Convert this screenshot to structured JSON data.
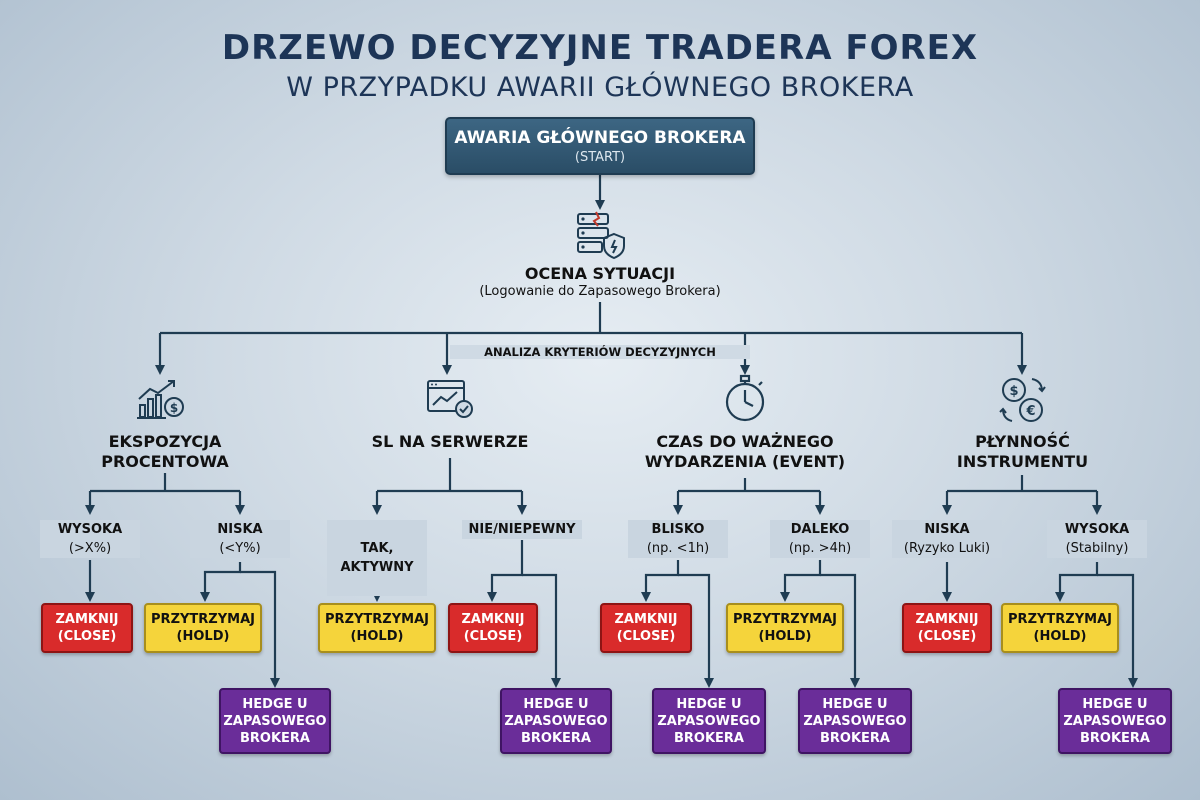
{
  "title": {
    "line1": "DRZEWO DECYZYJNE TRADERA FOREX",
    "line2": "W PRZYPADKU AWARII GŁÓWNEGO BROKERA"
  },
  "start": {
    "title": "AWARIA GŁÓWNEGO BROKERA",
    "sub": "(START)"
  },
  "assessment": {
    "title": "OCENA SYTUACJI",
    "sub": "(Logowanie do Zapasowego Brokera)"
  },
  "criteria_label": "ANALIZA KRYTERIÓW DECYZYJNYCH",
  "criteria": [
    {
      "title": "EKSPOZYCJA\nPROCENTOWA",
      "icon": "chart-dollar-icon",
      "branches": [
        {
          "label": "WYSOKA",
          "sub": "(>X%)",
          "actions": [
            "ZAMKNIJ\n(CLOSE)"
          ]
        },
        {
          "label": "NISKA",
          "sub": "(<Y%)",
          "actions": [
            "PRZYTRZYMAJ\n(HOLD)",
            "HEDGE U\nZAPASOWEGO\nBROKERA"
          ]
        }
      ]
    },
    {
      "title": "SL NA SERWERZE",
      "icon": "server-check-icon",
      "branches": [
        {
          "label": "TAK,\nAKTYWNY",
          "sub": "",
          "actions": [
            "PRZYTRZYMAJ\n(HOLD)"
          ]
        },
        {
          "label": "NIE/NIEPEWNY",
          "sub": "",
          "actions": [
            "ZAMKNIJ\n(CLOSE)",
            "HEDGE U\nZAPASOWEGO\nBROKERA"
          ]
        }
      ]
    },
    {
      "title": "CZAS DO WAŻNEGO\nWYDARZENIA (EVENT)",
      "icon": "stopwatch-icon",
      "branches": [
        {
          "label": "BLISKO",
          "sub": "(np. <1h)",
          "actions": [
            "ZAMKNIJ\n(CLOSE)",
            "HEDGE U\nZAPASOWEGO\nBROKERA"
          ]
        },
        {
          "label": "DALEKO",
          "sub": "(np. >4h)",
          "actions": [
            "PRZYTRZYMAJ\n(HOLD)",
            "HEDGE U\nZAPASOWEGO\nBROKERA"
          ]
        }
      ]
    },
    {
      "title": "PŁYNNOŚĆ\nINSTRUMENTU",
      "icon": "currency-exchange-icon",
      "branches": [
        {
          "label": "NISKA",
          "sub": "(Ryzyko Luki)",
          "actions": [
            "ZAMKNIJ\n(CLOSE)"
          ]
        },
        {
          "label": "WYSOKA",
          "sub": "(Stabilny)",
          "actions": [
            "PRZYTRZYMAJ\n(HOLD)",
            "HEDGE U\nZAPASOWEGO\nBROKERA"
          ]
        }
      ]
    }
  ],
  "colors": {
    "title": "#1d3557",
    "start_box": "#2f5470",
    "line": "#1f3c52",
    "close": "#d92b2b",
    "hold": "#f5d43b",
    "hedge": "#6a2d99"
  }
}
